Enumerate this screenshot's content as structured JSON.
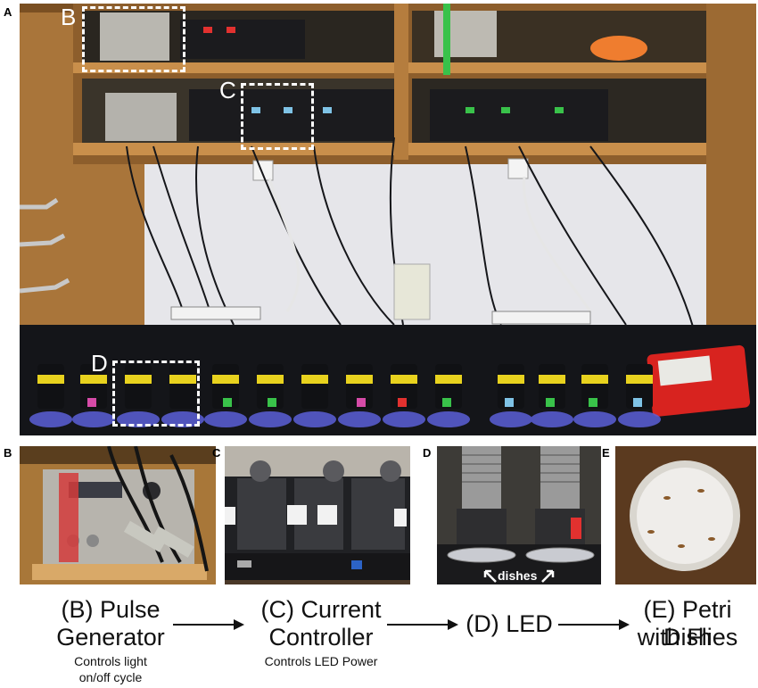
{
  "panel_letters": {
    "a": "A",
    "b": "B",
    "c": "C",
    "d": "D",
    "e": "E"
  },
  "overlay_labels": {
    "b": "B",
    "c": "C",
    "d": "D"
  },
  "panel_d_caption": "dishes",
  "flow": {
    "step_b_title_line1": "(B) Pulse",
    "step_b_title_line2": "Generator",
    "step_b_sub_line1": "Controls light",
    "step_b_sub_line2": "on/off cycle",
    "step_c_title_line1": "(C) Current",
    "step_c_title_line2": "Controller",
    "step_c_sub_line1": "Controls LED Power",
    "step_d_title": "(D) LED",
    "step_e_title_line1": "(E) Petri Dish",
    "step_e_title_line2": "with Flies"
  },
  "colors": {
    "wood": "#b07a3c",
    "wall": "#e9eaf0",
    "bench": "#15161a",
    "led_glow": "#5b5fd8",
    "tape_yellow": "#e8d21e",
    "tape_green": "#39c24a",
    "tape_red": "#e2312f",
    "tape_blue": "#7fc3e6",
    "tape_pink": "#d64ba8"
  }
}
